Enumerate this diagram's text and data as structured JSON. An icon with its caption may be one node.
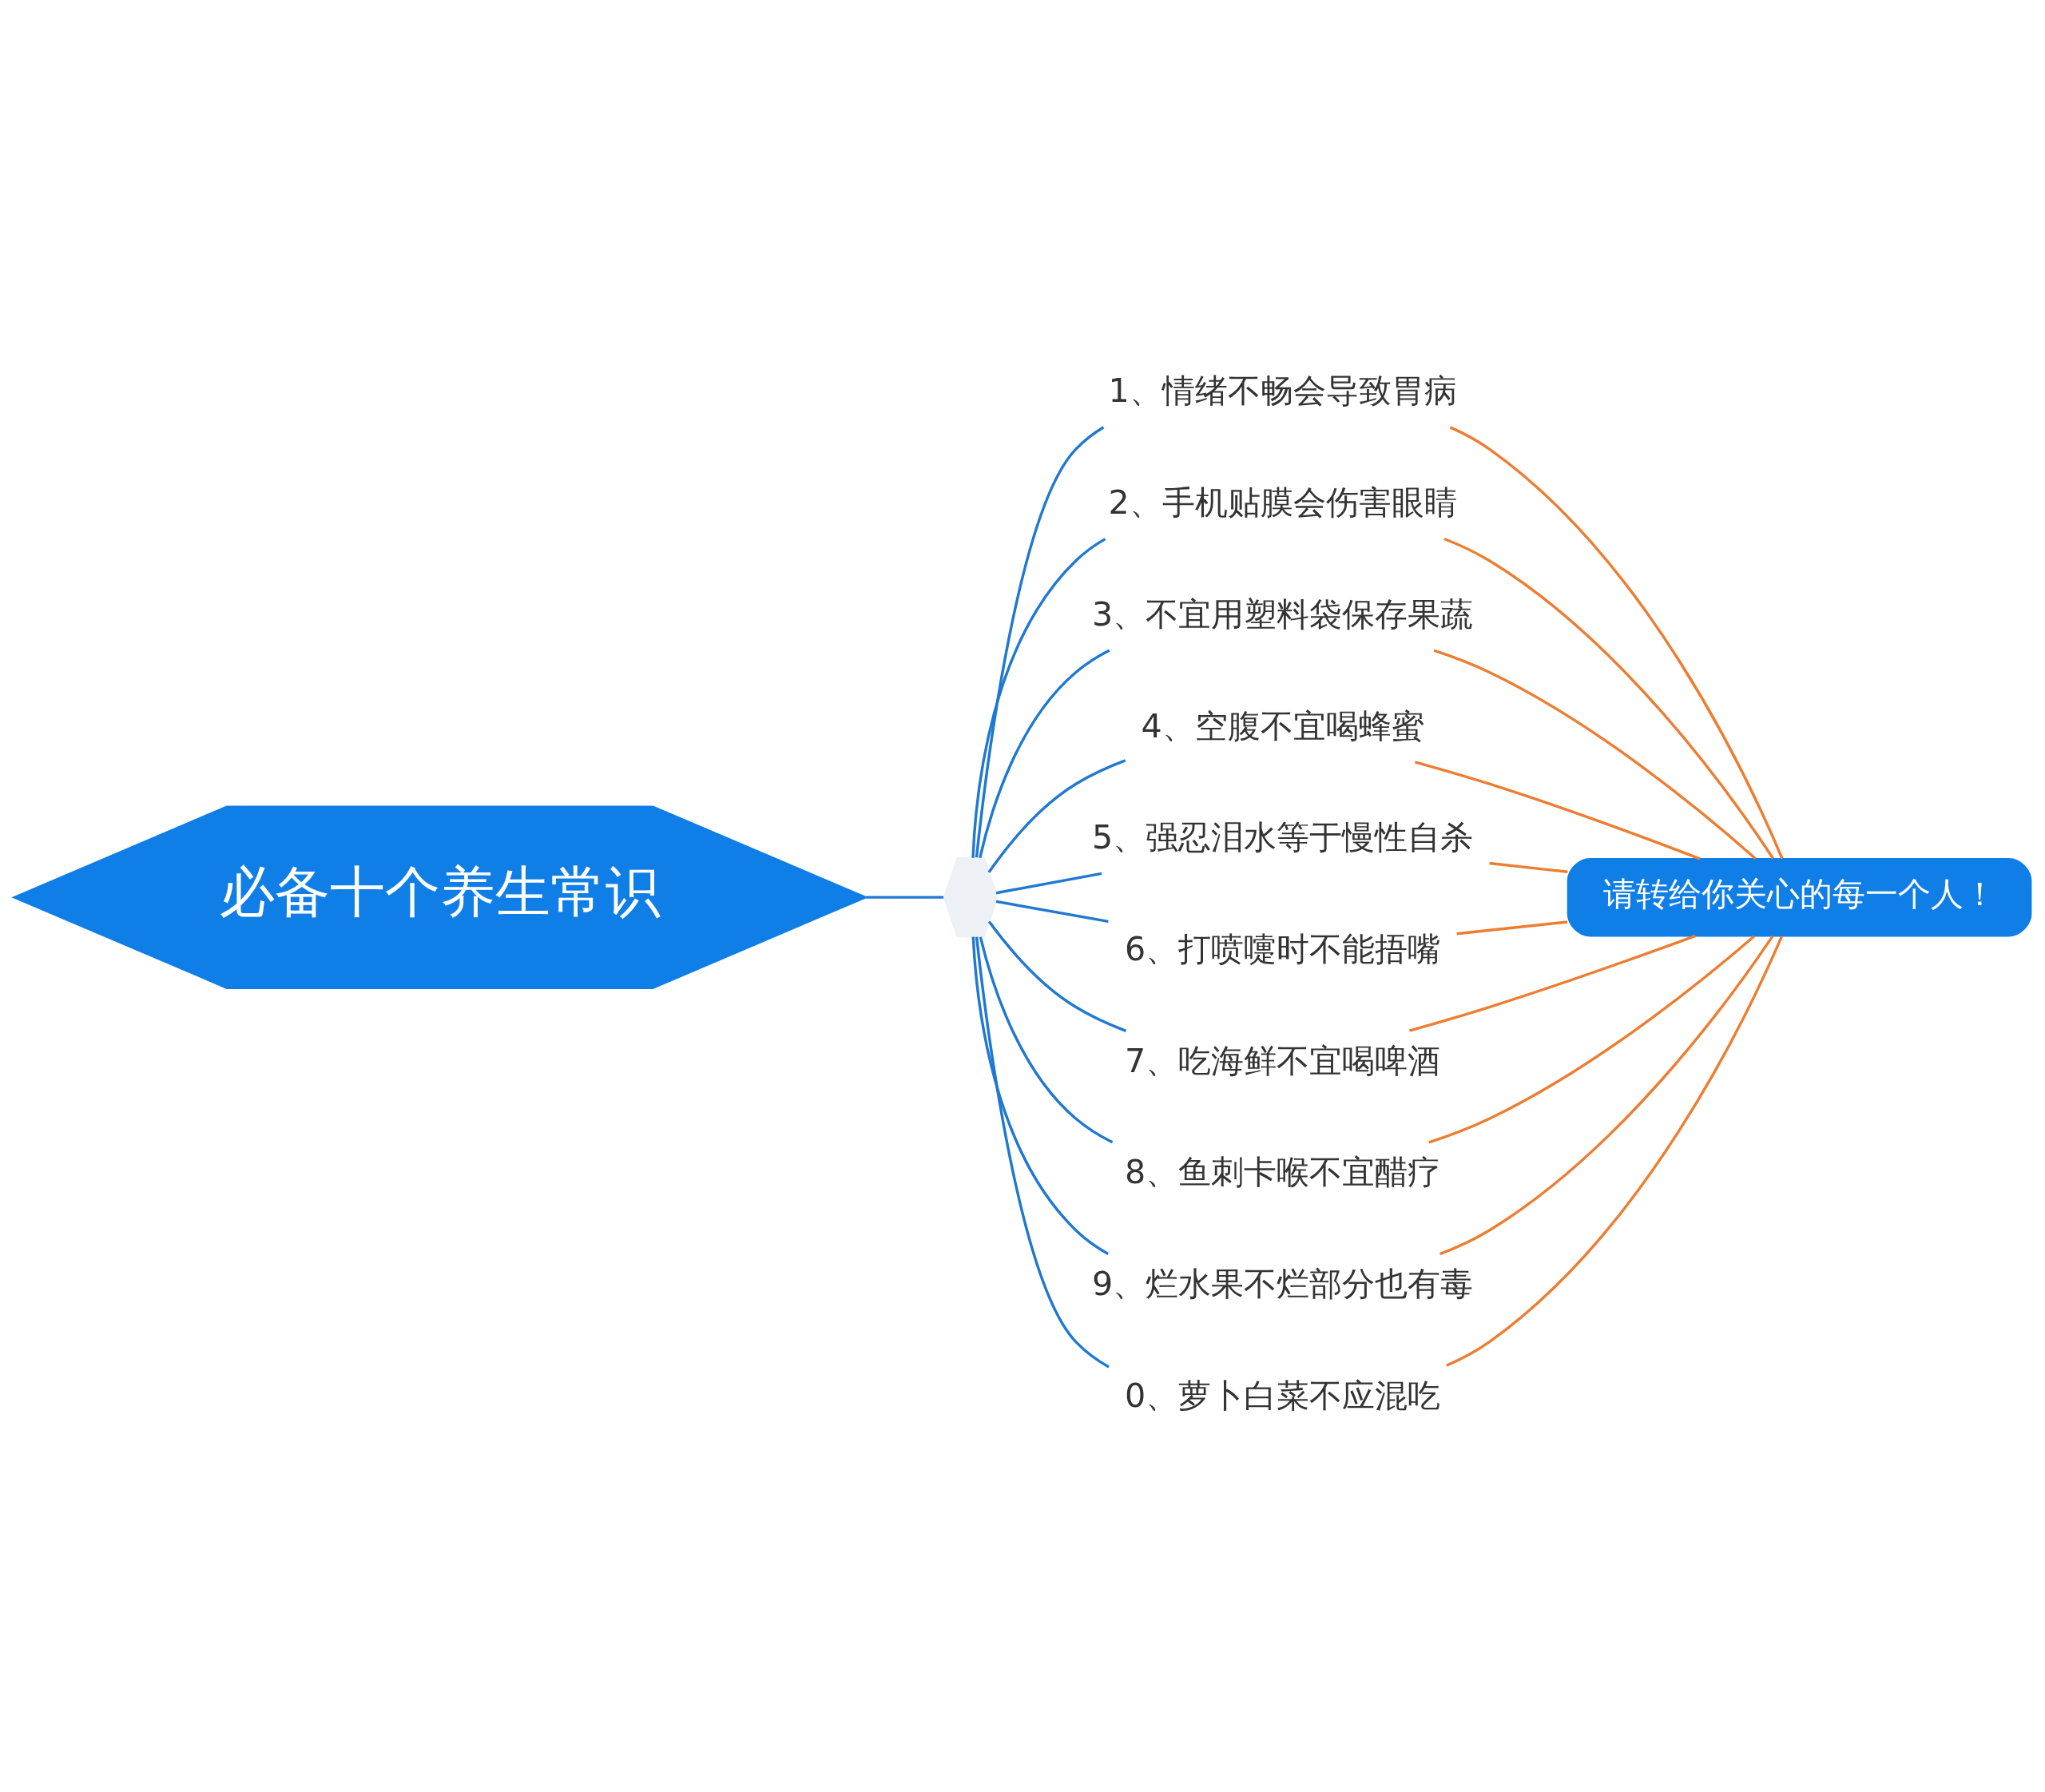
{
  "diagram": {
    "nodes": [
      {
        "text": [
          "必备十个养生常识"
        ]
      },
      {
        "text": [],
        "shape": "hexagon"
      },
      {
        "text": [
          "1、情绪不畅会导致胃病"
        ]
      },
      {
        "text": [
          "2、手机贴膜会伤害眼睛"
        ]
      },
      {
        "text": [
          "3、不宜用塑料袋保存果蔬"
        ]
      },
      {
        "text": [
          "4、空腹不宜喝蜂蜜"
        ]
      },
      {
        "text": [
          "5、强忍泪水等于慢性自杀"
        ]
      },
      {
        "text": [
          "6、打喷嚏时不能捂嘴"
        ]
      },
      {
        "text": [
          "7、吃海鲜不宜喝啤酒"
        ]
      },
      {
        "text": [
          "8、鱼刺卡喉不宜醋疗"
        ]
      },
      {
        "text": [
          "9、烂水果不烂部分也有毒"
        ]
      },
      {
        "text": [
          "0、萝卜白菜不应混吃"
        ]
      },
      {
        "text": [
          "请转给你关心的每一个人！"
        ]
      }
    ],
    "edges": [
      {
        "from": 0,
        "to": 1,
        "arrow": "none"
      },
      {
        "from": 1,
        "to": 2,
        "arrow": "none"
      },
      {
        "from": 1,
        "to": 3,
        "arrow": "none"
      },
      {
        "from": 1,
        "to": 4,
        "arrow": "none"
      },
      {
        "from": 1,
        "to": 5,
        "arrow": "none"
      },
      {
        "from": 1,
        "to": 6,
        "arrow": "none"
      },
      {
        "from": 1,
        "to": 7,
        "arrow": "none"
      },
      {
        "from": 1,
        "to": 8,
        "arrow": "none"
      },
      {
        "from": 1,
        "to": 9,
        "arrow": "none"
      },
      {
        "from": 1,
        "to": 10,
        "arrow": "none"
      },
      {
        "from": 1,
        "to": 11,
        "arrow": "none"
      },
      {
        "from": 2,
        "to": 12,
        "arrow": "none",
        "color": "#ed7d31"
      },
      {
        "from": 3,
        "to": 12,
        "arrow": "none",
        "color": "#ed7d31"
      },
      {
        "from": 4,
        "to": 12,
        "arrow": "none",
        "color": "#ed7d31"
      },
      {
        "from": 5,
        "to": 12,
        "arrow": "none",
        "color": "#ed7d31"
      },
      {
        "from": 6,
        "to": 12,
        "arrow": "none",
        "color": "#ed7d31"
      },
      {
        "from": 7,
        "to": 12,
        "arrow": "none",
        "color": "#ed7d31"
      },
      {
        "from": 8,
        "to": 12,
        "arrow": "none",
        "color": "#ed7d31"
      },
      {
        "from": 9,
        "to": 12,
        "arrow": "none",
        "color": "#ed7d31"
      },
      {
        "from": 10,
        "to": 12,
        "arrow": "none",
        "color": "#ed7d31"
      },
      {
        "from": 11,
        "to": 12,
        "arrow": "none",
        "color": "#ed7d31"
      }
    ]
  }
}
